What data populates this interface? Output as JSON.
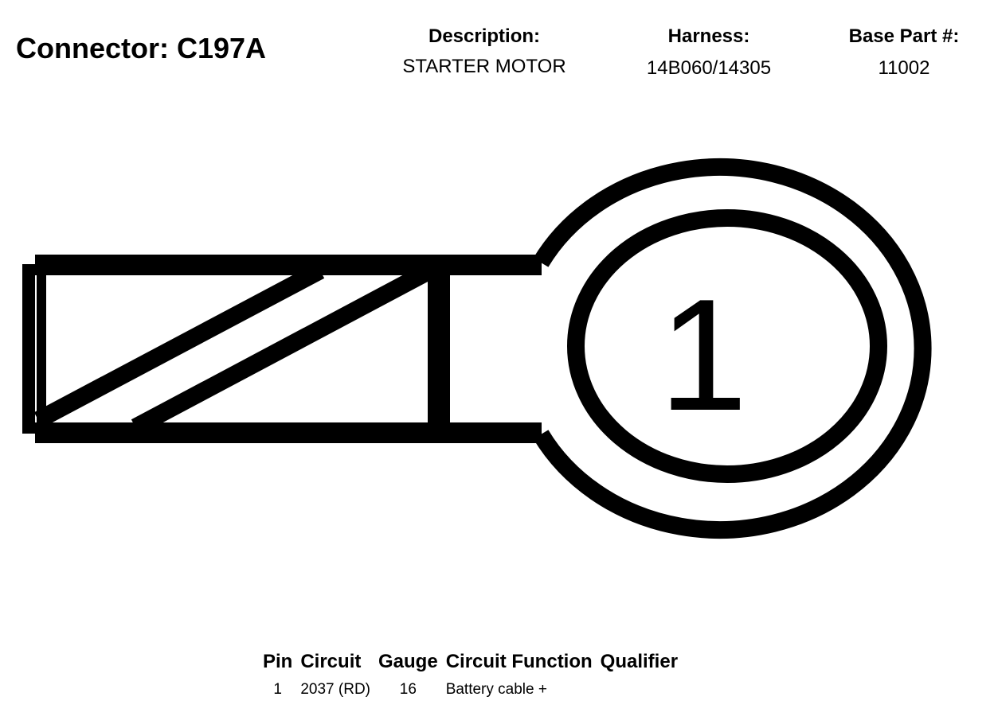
{
  "connector": {
    "title": "Connector: C197A"
  },
  "header": {
    "description_label": "Description:",
    "description_value": "STARTER MOTOR",
    "harness_label": "Harness:",
    "harness_value": "14B060/14305",
    "base_part_label": "Base Part #:",
    "base_part_value": "11002"
  },
  "diagram": {
    "pin_number": "1"
  },
  "pin_table": {
    "headers": [
      "Pin",
      "Circuit",
      "Gauge",
      "Circuit Function",
      "Qualifier"
    ],
    "rows": [
      {
        "pin": "1",
        "circuit": "2037 (RD)",
        "gauge": "16",
        "function": "Battery cable +",
        "qualifier": ""
      }
    ]
  }
}
